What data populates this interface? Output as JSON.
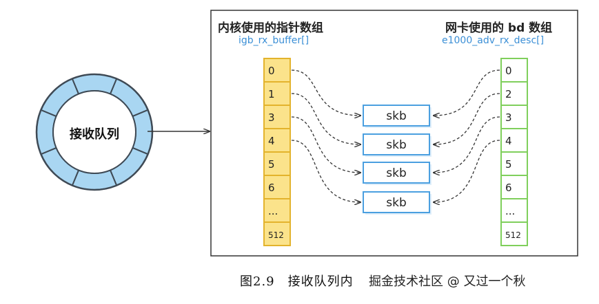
{
  "queue_label": "接收队列",
  "left_array": {
    "title": "内核使用的指针数组",
    "subtitle": "igb_rx_buffer[]",
    "cells": [
      "0",
      "1",
      "3",
      "4",
      "5",
      "6",
      "...",
      "512"
    ]
  },
  "right_array": {
    "title": "网卡使用的 bd 数组",
    "subtitle": "e1000_adv_rx_desc[]",
    "cells": [
      "0",
      "2",
      "3",
      "4",
      "5",
      "6",
      "...",
      "512"
    ]
  },
  "skb_boxes": [
    "skb",
    "skb",
    "skb",
    "skb"
  ],
  "caption": "图2.9　接收队列内",
  "watermark": "掘金技术社区 @ 又过一个秋",
  "colors": {
    "ring_fill": "#a9d6f2",
    "ring_stroke": "#3f4a55",
    "left_array_fill": "#fbe38b",
    "left_array_stroke": "#e3b32c",
    "right_array_fill": "#ffffff",
    "right_array_stroke": "#7fcf5b",
    "skb_stroke": "#4a9fe0",
    "subtitle_text": "#3b8fd6"
  }
}
